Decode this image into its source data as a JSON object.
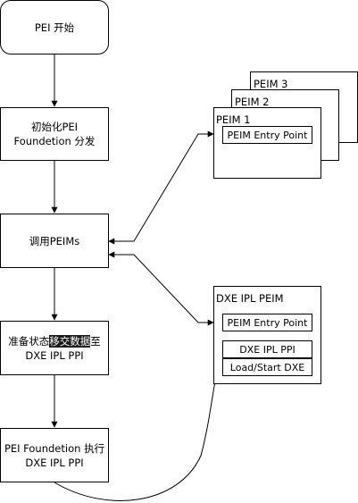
{
  "flow": {
    "start": "PEI 开始",
    "init_line1": "初始化PEI",
    "init_line2": "Foundetion 分发",
    "call": "调用PEIMs",
    "prep_pre": "准备状态",
    "prep_highlight": "移交数据",
    "prep_post": "至",
    "prep_line2": "DXE IPL PPI",
    "exec_line1": "PEI Foundetion 执行",
    "exec_line2": "DXE IPL PPI"
  },
  "peim_stack": {
    "peim3": "PEIM 3",
    "peim2": "PEIM 2",
    "peim1": "PEIM 1",
    "entry_point": "PEIM Entry Point"
  },
  "dxe_ipl": {
    "title": "DXE IPL PEIM",
    "entry_point": "PEIM Entry Point",
    "ppi": "DXE IPL PPI",
    "load_start": "Load/Start DXE"
  }
}
